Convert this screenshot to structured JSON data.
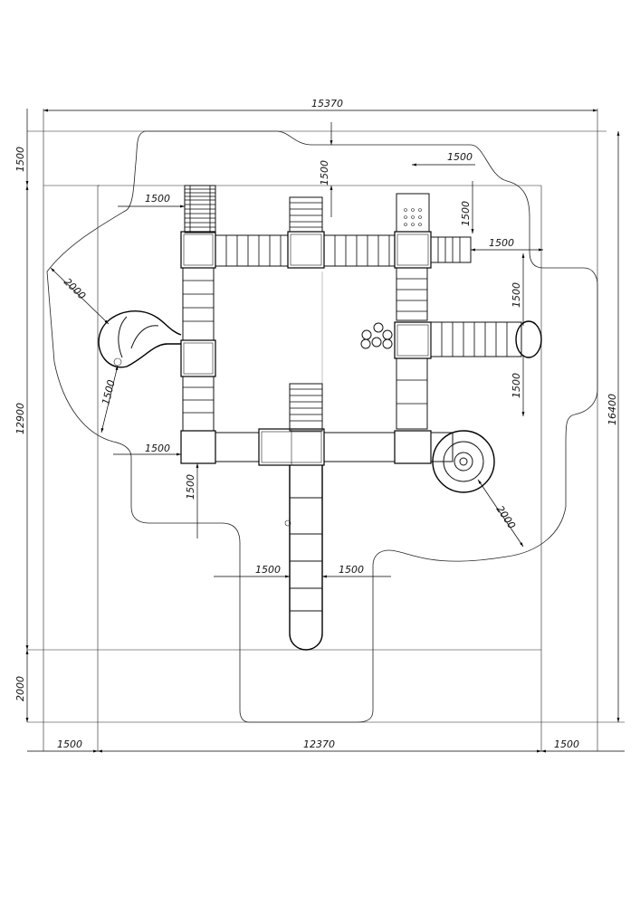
{
  "dimensions": {
    "overall_width": "15370",
    "overall_height": "16400",
    "left_margin_top": "1500",
    "left_margin_middle": "12900",
    "left_margin_bottom": "2000",
    "bottom_left": "1500",
    "bottom_middle": "12370",
    "bottom_right": "1500",
    "top_center_offset": "1500",
    "top_left_offset": "1500",
    "top_right_offset_h": "1500",
    "top_right_offset_v": "1500",
    "right_slide_offset": "1500",
    "right_upper_clearance": "1500",
    "right_lower_clearance": "1500",
    "left_diag_top": "2000",
    "left_diag_bottom": "1500",
    "left_mid_offset": "1500",
    "left_lower_offset": "1500",
    "bottom_slide_left": "1500",
    "bottom_slide_right": "1500",
    "spiral_radius": "2000"
  }
}
